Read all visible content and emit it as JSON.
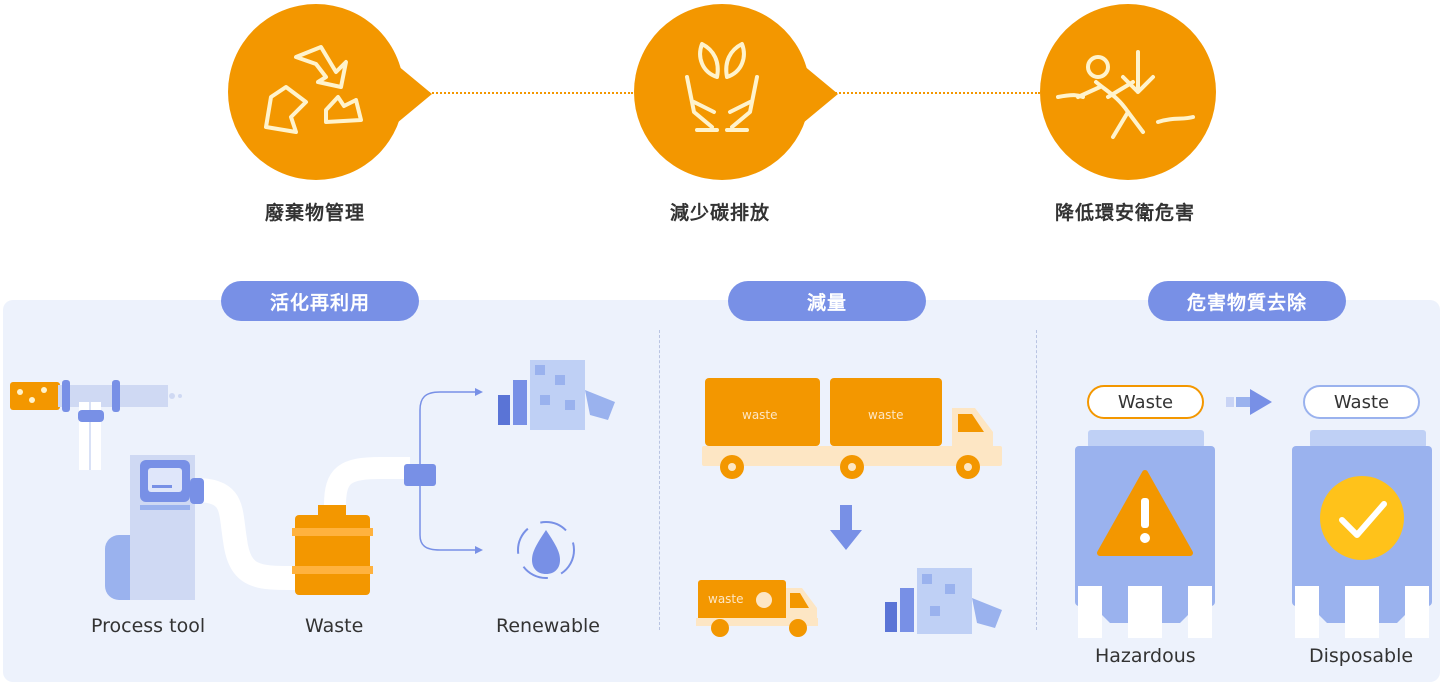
{
  "goals": [
    {
      "label": "廢棄物管理",
      "icon": "recycle-icon"
    },
    {
      "label": "減少碳排放",
      "icon": "hands-leaf-icon"
    },
    {
      "label": "降低環安衛危害",
      "icon": "falling-person-icon"
    }
  ],
  "sections": [
    {
      "title": "活化再利用"
    },
    {
      "title": "減量"
    },
    {
      "title": "危害物質去除"
    }
  ],
  "reuse": {
    "process_tool": "Process tool",
    "waste": "Waste",
    "renewable": "Renewable"
  },
  "reduce": {
    "truck_label": "waste"
  },
  "removal": {
    "waste_left": "Waste",
    "waste_right": "Waste",
    "hazardous": "Hazardous",
    "disposable": "Disposable"
  },
  "colors": {
    "orange": "#f39700",
    "blue": "#7890e6",
    "panel": "#edf2fc"
  }
}
